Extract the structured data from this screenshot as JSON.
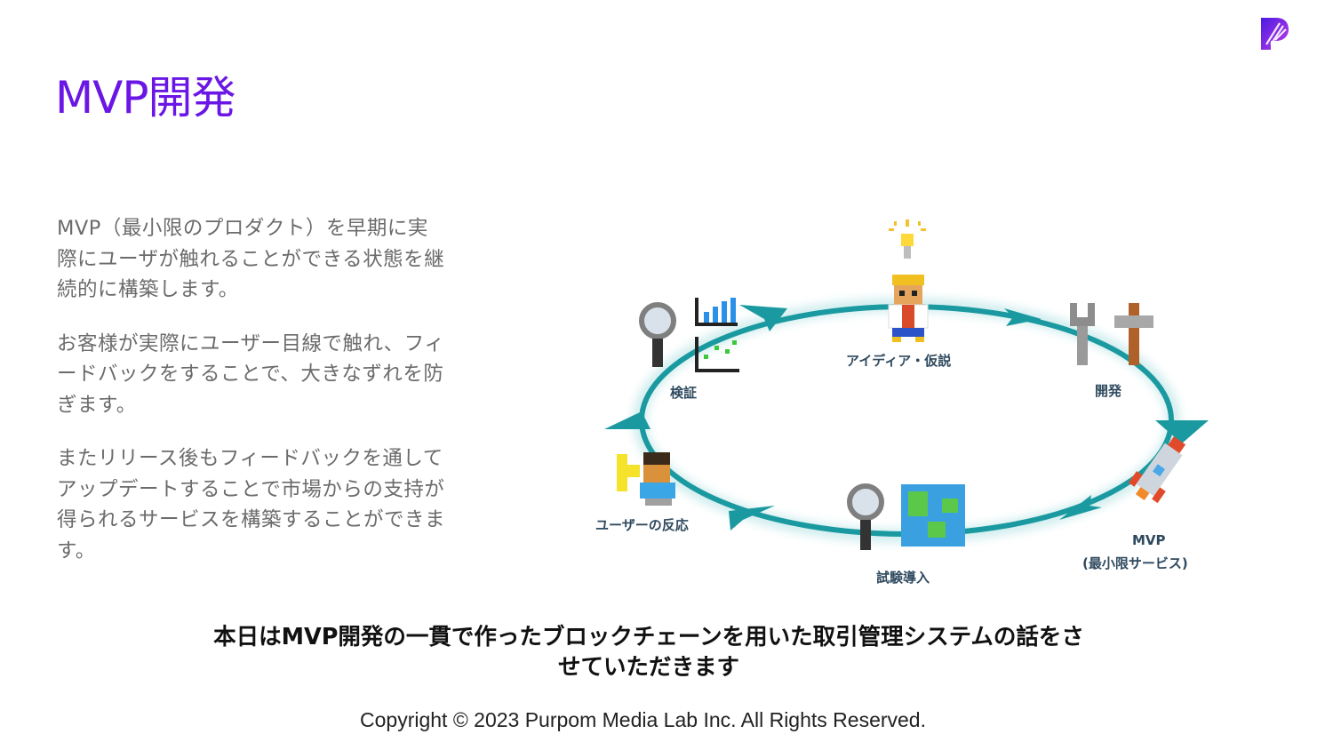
{
  "title": "MVP開発",
  "paragraphs": [
    "MVP（最小限のプロダクト）を早期に実際にユーザが触れることができる状態を継続的に構築します。",
    "お客様が実際にユーザー目線で触れ、フィードバックをすることで、大きなずれを防ぎます。",
    "またリリース後もフィードバックを通してアップデートすることで市場からの支持が得られるサービスを構築することができます。"
  ],
  "cycle": {
    "labels": {
      "idea": "アイディア・仮説",
      "dev": "開発",
      "mvp_line1": "MVP",
      "mvp_line2": "(最小限サービス)",
      "trial": "試験導入",
      "reaction": "ユーザーの反応",
      "verify": "検証"
    },
    "ring_color": "#1a9aa0"
  },
  "summary": "本日はMVP開発の一貫で作ったブロックチェーンを用いた取引管理システムの話をさせていただきます",
  "copyright": "Copyright © 2023 Purpom Media Lab Inc. All Rights Reserved.",
  "colors": {
    "accent": "#6a17e6",
    "text": "#6b6b6b"
  },
  "logo_icon": "purpom-logo-icon"
}
